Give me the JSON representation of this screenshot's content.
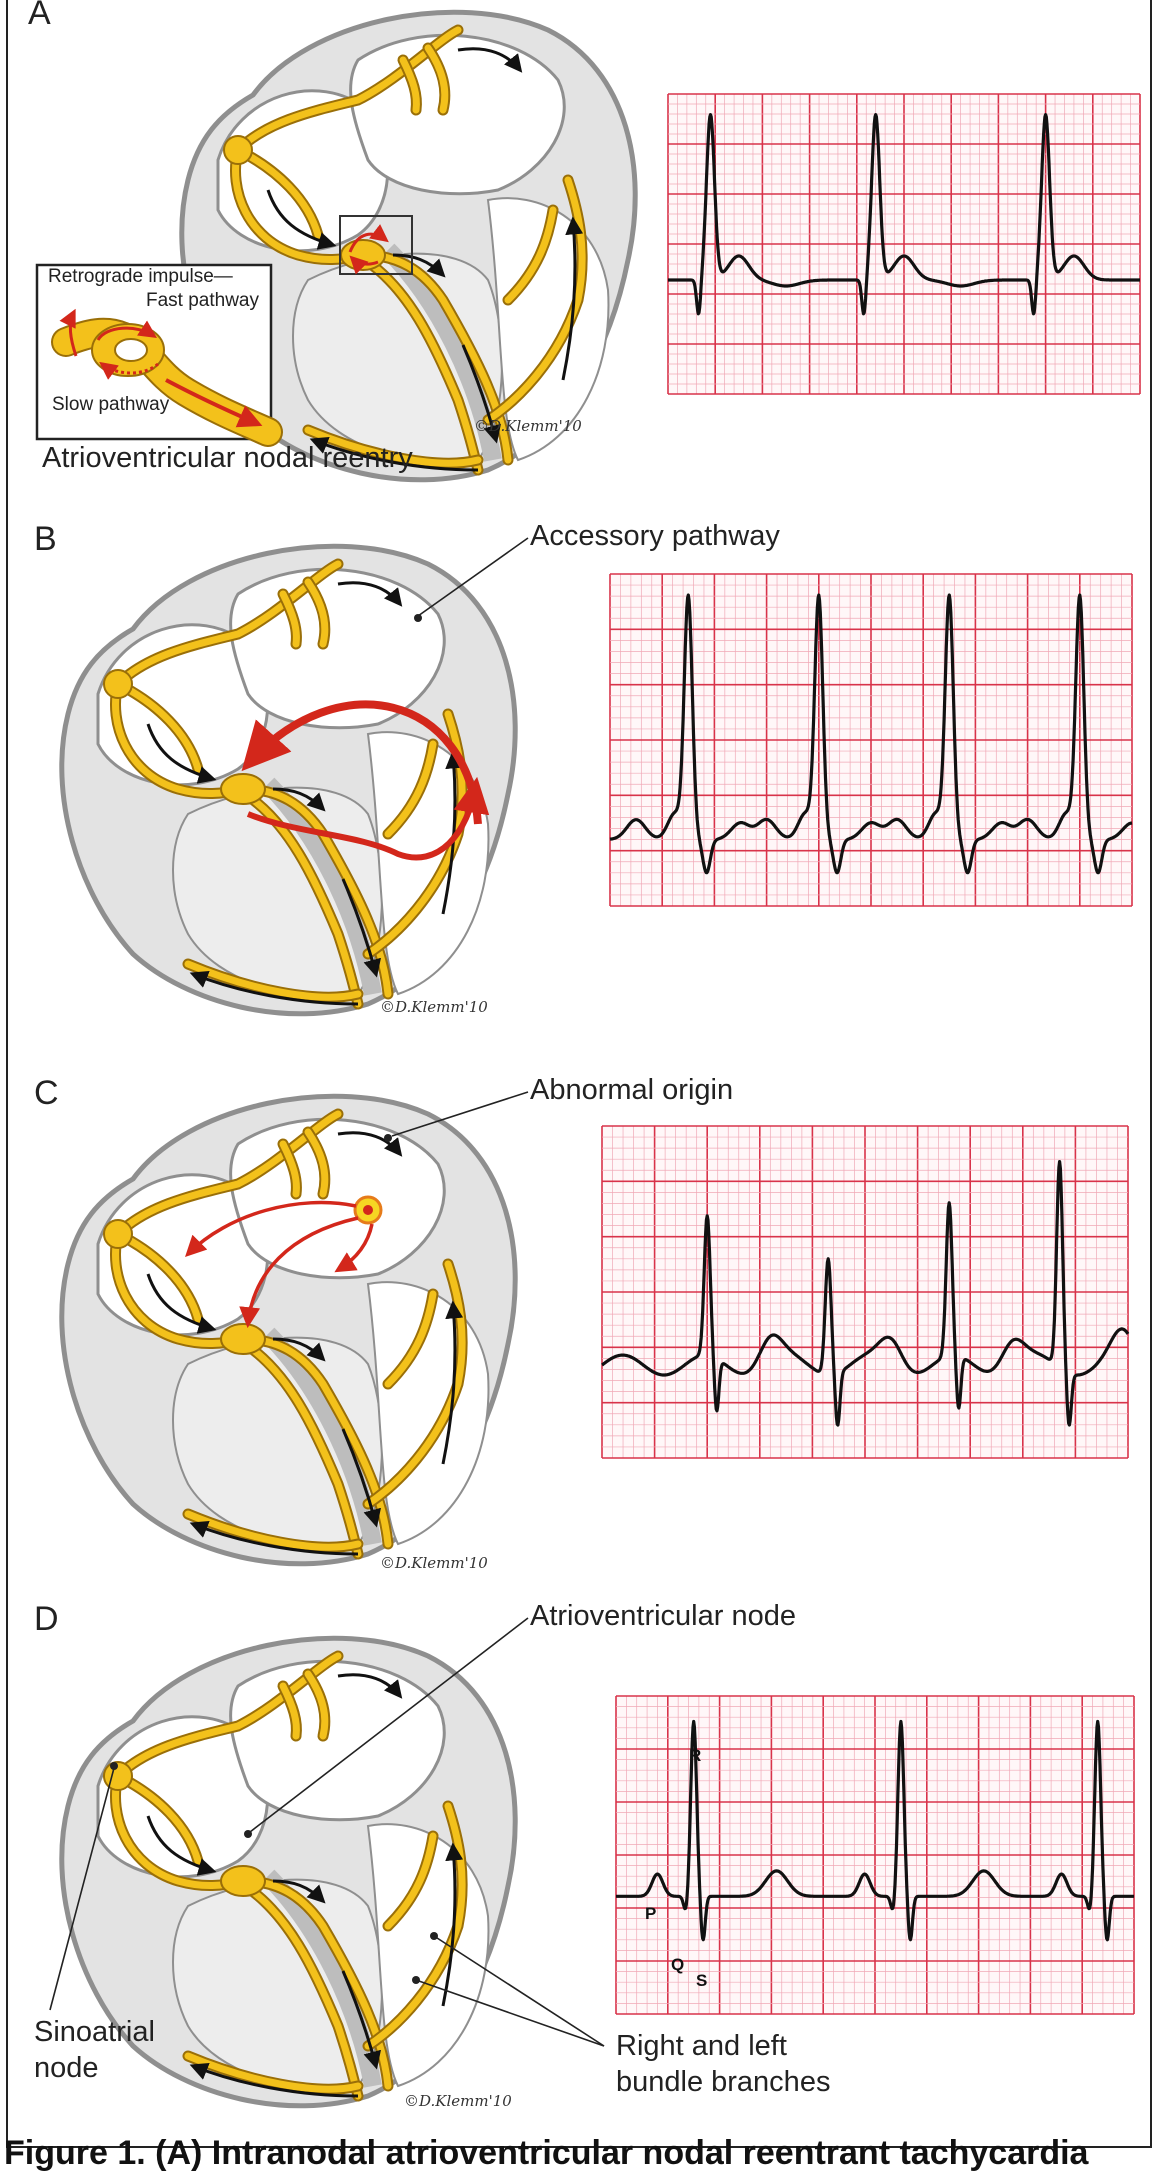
{
  "colors": {
    "conduction": "#f3c11b",
    "conduction_edge": "#9a6f08",
    "heart_fill": "#e3e3e3",
    "heart_edge": "#8f8f8f",
    "arrow_red": "#d3271b",
    "grid_major": "#d8334a",
    "grid_minor": "#f0a8b6",
    "trace": "#111111"
  },
  "panels": [
    {
      "letter": "A",
      "title": "Atrioventricular nodal reentry",
      "inset_labels": [
        "Retrograde impulse—",
        "Fast pathway",
        "Slow pathway"
      ],
      "credit": "©D.Klemm'10",
      "ecg_trace": "reentry"
    },
    {
      "letter": "B",
      "callout": "Accessory pathway",
      "credit": "©D.Klemm'10",
      "ecg_trace": "wpw"
    },
    {
      "letter": "C",
      "callout": "Abnormal origin",
      "credit": "©D.Klemm'10",
      "ecg_trace": "ectopic"
    },
    {
      "letter": "D",
      "callout": "Atrioventricular node",
      "sa_label": [
        "Sinoatrial",
        "node"
      ],
      "bundle_label": [
        "Right and left",
        "bundle branches"
      ],
      "wave_labels": [
        "P",
        "R",
        "Q",
        "S"
      ],
      "credit": "©D.Klemm'10",
      "ecg_trace": "normal"
    }
  ],
  "caption": "Figure 1. (A) Intranodal atrioventricular nodal reentrant tachycardia"
}
